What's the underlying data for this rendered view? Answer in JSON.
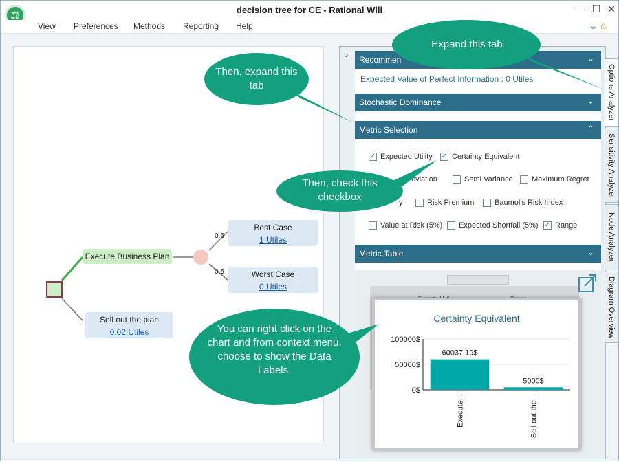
{
  "window": {
    "title": "decision tree for CE - Rational Will"
  },
  "menu": {
    "items": [
      "View",
      "Preferences",
      "Methods",
      "Reporting",
      "Help"
    ]
  },
  "tree": {
    "branch_prob_best": "0.5",
    "branch_prob_worst": "0.5",
    "decision_a": "Execute Business Plan",
    "decision_b": "Sell out the plan",
    "decision_b_value": "0.02 Utiles",
    "best_case": "Best Case",
    "best_case_value": "1 Utiles",
    "worst_case": "Worst Case",
    "worst_case_value": "0 Utiles"
  },
  "panel": {
    "recommendation_header": "Recommen",
    "evpi": "Expected Value of Perfect Information : 0 Utiles",
    "stochastic_header": "Stochastic Dominance",
    "metric_selection_header": "Metric Selection",
    "metric_table_header": "Metric Table",
    "metrics": {
      "expected_utility": "Expected Utility",
      "certainty_equivalent": "Certainty Equivalent",
      "std_deviation_partial": "eviation",
      "semi_variance": "Semi Variance",
      "maximum_regret": "Maximum Regret",
      "risk_partial": "y",
      "risk_premium": "Risk Premium",
      "baumol": "Baumol's Risk Index",
      "var": "Value at Risk (5%)",
      "expected_shortfall": "Expected Shortfall (5%)",
      "range": "Range"
    },
    "table_behind": {
      "col1": "Expected Util",
      "col2": "Range"
    }
  },
  "side_tabs": [
    "Options Analyzer",
    "Sensitivity Analyzer",
    "Node Analyzer",
    "Diagram Overview"
  ],
  "chart_data": {
    "type": "bar",
    "title": "Certainty Equivalent",
    "categories": [
      "Execute...",
      "Sell out the..."
    ],
    "values": [
      60037.19,
      5000
    ],
    "data_labels": [
      "60037.19$",
      "5000$"
    ],
    "yticks": [
      "100000$",
      "50000$",
      "0$"
    ],
    "ylim": [
      0,
      100000
    ],
    "bar_color": "#00a9a8"
  },
  "callouts": {
    "expand_tab": "Expand this tab",
    "then_expand": "Then, expand this tab",
    "then_check": "Then, check this checkbox",
    "right_click": "You can right click on the chart and from context menu, choose to show the Data Labels."
  },
  "colors": {
    "accent": "#2c6e8a",
    "callout": "#13a07f",
    "decision_green": "#cdeec7"
  }
}
